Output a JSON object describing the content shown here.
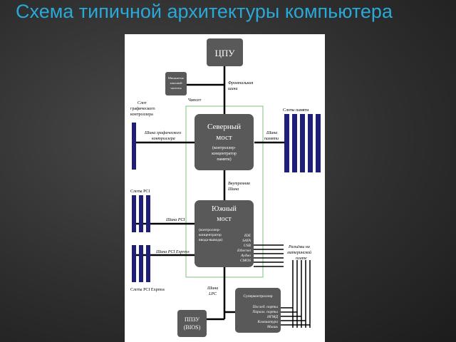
{
  "slide": {
    "title": "Схема типичной архитектуры компьютера"
  },
  "diagram": {
    "cpu_label": "ЦПУ",
    "multiplier_label": [
      "Множитель",
      "тактовой",
      "частоты"
    ],
    "frontside_bus_label": [
      "Фронтальная",
      "шина"
    ],
    "chipset_label": "Чипсет",
    "graphics_slot_label": [
      "Слот",
      "графического",
      "контроллера"
    ],
    "graphics_bus_label": [
      "Шина графического",
      "контроллера"
    ],
    "northbridge_title": [
      "Северный",
      "мост"
    ],
    "northbridge_sub": [
      "(контроллер-",
      "концентратор",
      "памяти)"
    ],
    "memory_slots_label": "Слоты памяти",
    "memory_bus_label": [
      "Шина",
      "памяти"
    ],
    "internal_bus_label": [
      "Внутренняя",
      "Шина"
    ],
    "pci_slots_label": "Слоты PCI",
    "pci_bus_label": "Шина PCI",
    "southbridge_title": [
      "Южный",
      "мост"
    ],
    "southbridge_sub": [
      "(контроллер-",
      "концентратор",
      "ввода-вывода)"
    ],
    "southbridge_ports": [
      "IDE",
      "SATA",
      "USB",
      "Ethernet",
      "Аудио",
      "CMOS"
    ],
    "onboard_label": [
      "Разъёмы на",
      "материнской",
      "плате"
    ],
    "pcie_bus_label": "Шина PCI Express",
    "pcie_slots_label": "Слоты PCI Express",
    "lpc_bus_label": [
      "Шина",
      "LPC"
    ],
    "superio_title": "Суперконтроллер",
    "superio_ports": [
      "Послед. порты",
      "Паралл. порты",
      "НГМД",
      "Клавиатура",
      "Мышь"
    ],
    "bios_label": [
      "ППЗУ",
      "(BIOS)"
    ]
  },
  "colors": {
    "slide_background": "#2f2f2f",
    "title": "#2aa8d8",
    "block_fill": "#595959",
    "slot_fill": "#1f1f7a",
    "chipset_frame": "#7fbf7f"
  }
}
